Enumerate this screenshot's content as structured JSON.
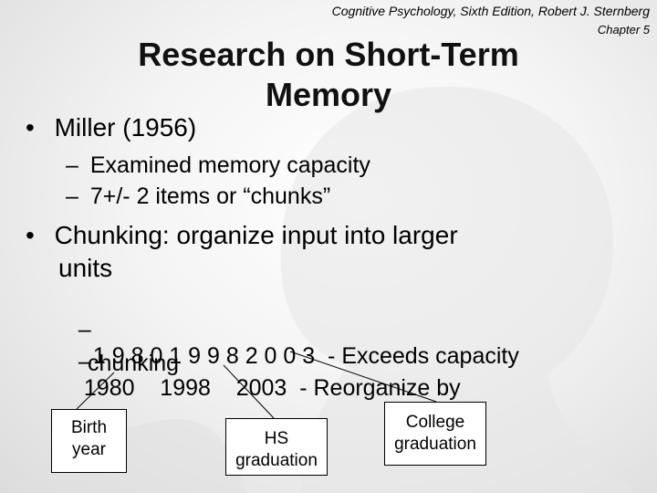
{
  "slide": {
    "header": "Cognitive Psychology, Sixth Edition, Robert J. Sternberg",
    "chapter": "Chapter 5",
    "title_line1": "Research on Short-Term",
    "title_line2": "Memory",
    "bullet1": {
      "marker": "•",
      "text": "Miller (1956)"
    },
    "sub1": {
      "marker": "–",
      "text": "Examined memory capacity"
    },
    "sub2": {
      "marker": "–",
      "text": "7+/- 2 items or “chunks”"
    },
    "bullet2": {
      "marker": "•",
      "line1": "Chunking: organize input into larger",
      "line2": "units"
    },
    "sub3": {
      "marker": "–",
      "text": "1 9 8 0 1 9 9 8 2 0 0 3  - Exceeds capacity"
    },
    "sub4": {
      "marker": "–",
      "line1": "1980    1998    2003  - Reorganize by",
      "line2": "chunking"
    },
    "boxes": {
      "birth_line1": "Birth",
      "birth_line2": "year",
      "hs_line1": "HS",
      "hs_line2": "graduation",
      "college_line1": "College",
      "college_line2": "graduation"
    }
  }
}
